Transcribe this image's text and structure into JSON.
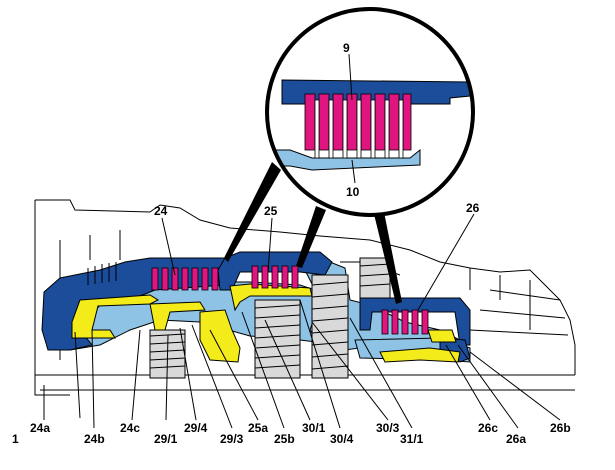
{
  "colors": {
    "dark_blue": "#1b4d9a",
    "light_blue": "#8fc3e6",
    "magenta": "#e0157f",
    "yellow": "#f4eb1a",
    "outline": "#000000",
    "background": "#ffffff"
  },
  "labels": {
    "l9": "9",
    "l10": "10",
    "l24": "24",
    "l25": "25",
    "l26": "26",
    "l1": "1",
    "l24a": "24a",
    "l24b": "24b",
    "l24c": "24c",
    "l29_1": "29/1",
    "l29_4": "29/4",
    "l29_3": "29/3",
    "l25a": "25a",
    "l25b": "25b",
    "l30_1": "30/1",
    "l30_4": "30/4",
    "l30_3": "30/3",
    "l31_1": "31/1",
    "l26c": "26c",
    "l26a": "26a",
    "l26b": "26b"
  }
}
